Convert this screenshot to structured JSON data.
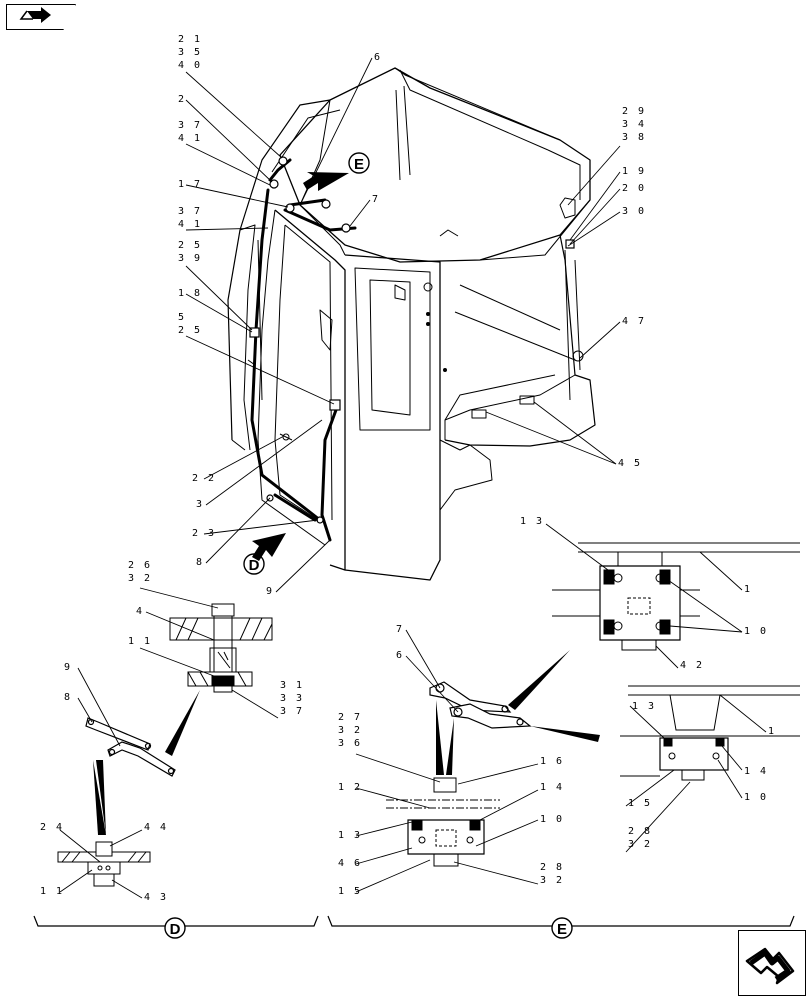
{
  "nav": {
    "prev_icon": "cab-assembly-arrow-icon",
    "next_icon": "next-page-arrow-icon"
  },
  "views": {
    "d": "D",
    "e": "E"
  },
  "callouts": [
    {
      "id": "c-21-35-40",
      "text": [
        "21",
        "35",
        "40"
      ]
    },
    {
      "id": "c-2",
      "text": [
        "2"
      ]
    },
    {
      "id": "c-37-41-a",
      "text": [
        "37",
        "41"
      ]
    },
    {
      "id": "c-17",
      "text": [
        "17"
      ]
    },
    {
      "id": "c-37-41-b",
      "text": [
        "37",
        "41"
      ]
    },
    {
      "id": "c-25-39",
      "text": [
        "25",
        "39"
      ]
    },
    {
      "id": "c-18",
      "text": [
        "18"
      ]
    },
    {
      "id": "c-5-25",
      "text": [
        "5",
        "25"
      ]
    },
    {
      "id": "c-22",
      "text": [
        "22"
      ]
    },
    {
      "id": "c-3",
      "text": [
        "3"
      ]
    },
    {
      "id": "c-23",
      "text": [
        "23"
      ]
    },
    {
      "id": "c-8-top",
      "text": [
        "8"
      ]
    },
    {
      "id": "c-9-top",
      "text": [
        "9"
      ]
    },
    {
      "id": "c-6-top",
      "text": [
        "6"
      ]
    },
    {
      "id": "c-7-top",
      "text": [
        "7"
      ]
    },
    {
      "id": "c-29-34-38",
      "text": [
        "29",
        "34",
        "38"
      ]
    },
    {
      "id": "c-19",
      "text": [
        "19"
      ]
    },
    {
      "id": "c-20",
      "text": [
        "20"
      ]
    },
    {
      "id": "c-30",
      "text": [
        "30"
      ]
    },
    {
      "id": "c-47",
      "text": [
        "47"
      ]
    },
    {
      "id": "c-45",
      "text": [
        "45"
      ]
    },
    {
      "id": "c-26-32",
      "text": [
        "26",
        "32"
      ]
    },
    {
      "id": "c-4",
      "text": [
        "4"
      ]
    },
    {
      "id": "c-11-a",
      "text": [
        "11"
      ]
    },
    {
      "id": "c-31-33-37",
      "text": [
        "31",
        "33",
        "37"
      ]
    },
    {
      "id": "c-9-d",
      "text": [
        "9"
      ]
    },
    {
      "id": "c-8-d",
      "text": [
        "8"
      ]
    },
    {
      "id": "c-24",
      "text": [
        "24"
      ]
    },
    {
      "id": "c-44",
      "text": [
        "44"
      ]
    },
    {
      "id": "c-11-b",
      "text": [
        "11"
      ]
    },
    {
      "id": "c-43",
      "text": [
        "43"
      ]
    },
    {
      "id": "c-13-a",
      "text": [
        "13"
      ]
    },
    {
      "id": "c-1-a",
      "text": [
        "1"
      ]
    },
    {
      "id": "c-10-a",
      "text": [
        "10"
      ]
    },
    {
      "id": "c-42",
      "text": [
        "42"
      ]
    },
    {
      "id": "c-7-e",
      "text": [
        "7"
      ]
    },
    {
      "id": "c-6-e",
      "text": [
        "6"
      ]
    },
    {
      "id": "c-13-b",
      "text": [
        "13"
      ]
    },
    {
      "id": "c-1-b",
      "text": [
        "1"
      ]
    },
    {
      "id": "c-14-a",
      "text": [
        "14"
      ]
    },
    {
      "id": "c-10-b",
      "text": [
        "10"
      ]
    },
    {
      "id": "c-15-a",
      "text": [
        "15"
      ]
    },
    {
      "id": "c-28-32-a",
      "text": [
        "28",
        "32"
      ]
    },
    {
      "id": "c-27-32-36",
      "text": [
        "27",
        "32",
        "36"
      ]
    },
    {
      "id": "c-16",
      "text": [
        "16"
      ]
    },
    {
      "id": "c-12",
      "text": [
        "12"
      ]
    },
    {
      "id": "c-14-b",
      "text": [
        "14"
      ]
    },
    {
      "id": "c-10-c",
      "text": [
        "10"
      ]
    },
    {
      "id": "c-13-c",
      "text": [
        "13"
      ]
    },
    {
      "id": "c-46",
      "text": [
        "46"
      ]
    },
    {
      "id": "c-15-b",
      "text": [
        "15"
      ]
    },
    {
      "id": "c-28-32-b",
      "text": [
        "28",
        "32"
      ]
    }
  ]
}
